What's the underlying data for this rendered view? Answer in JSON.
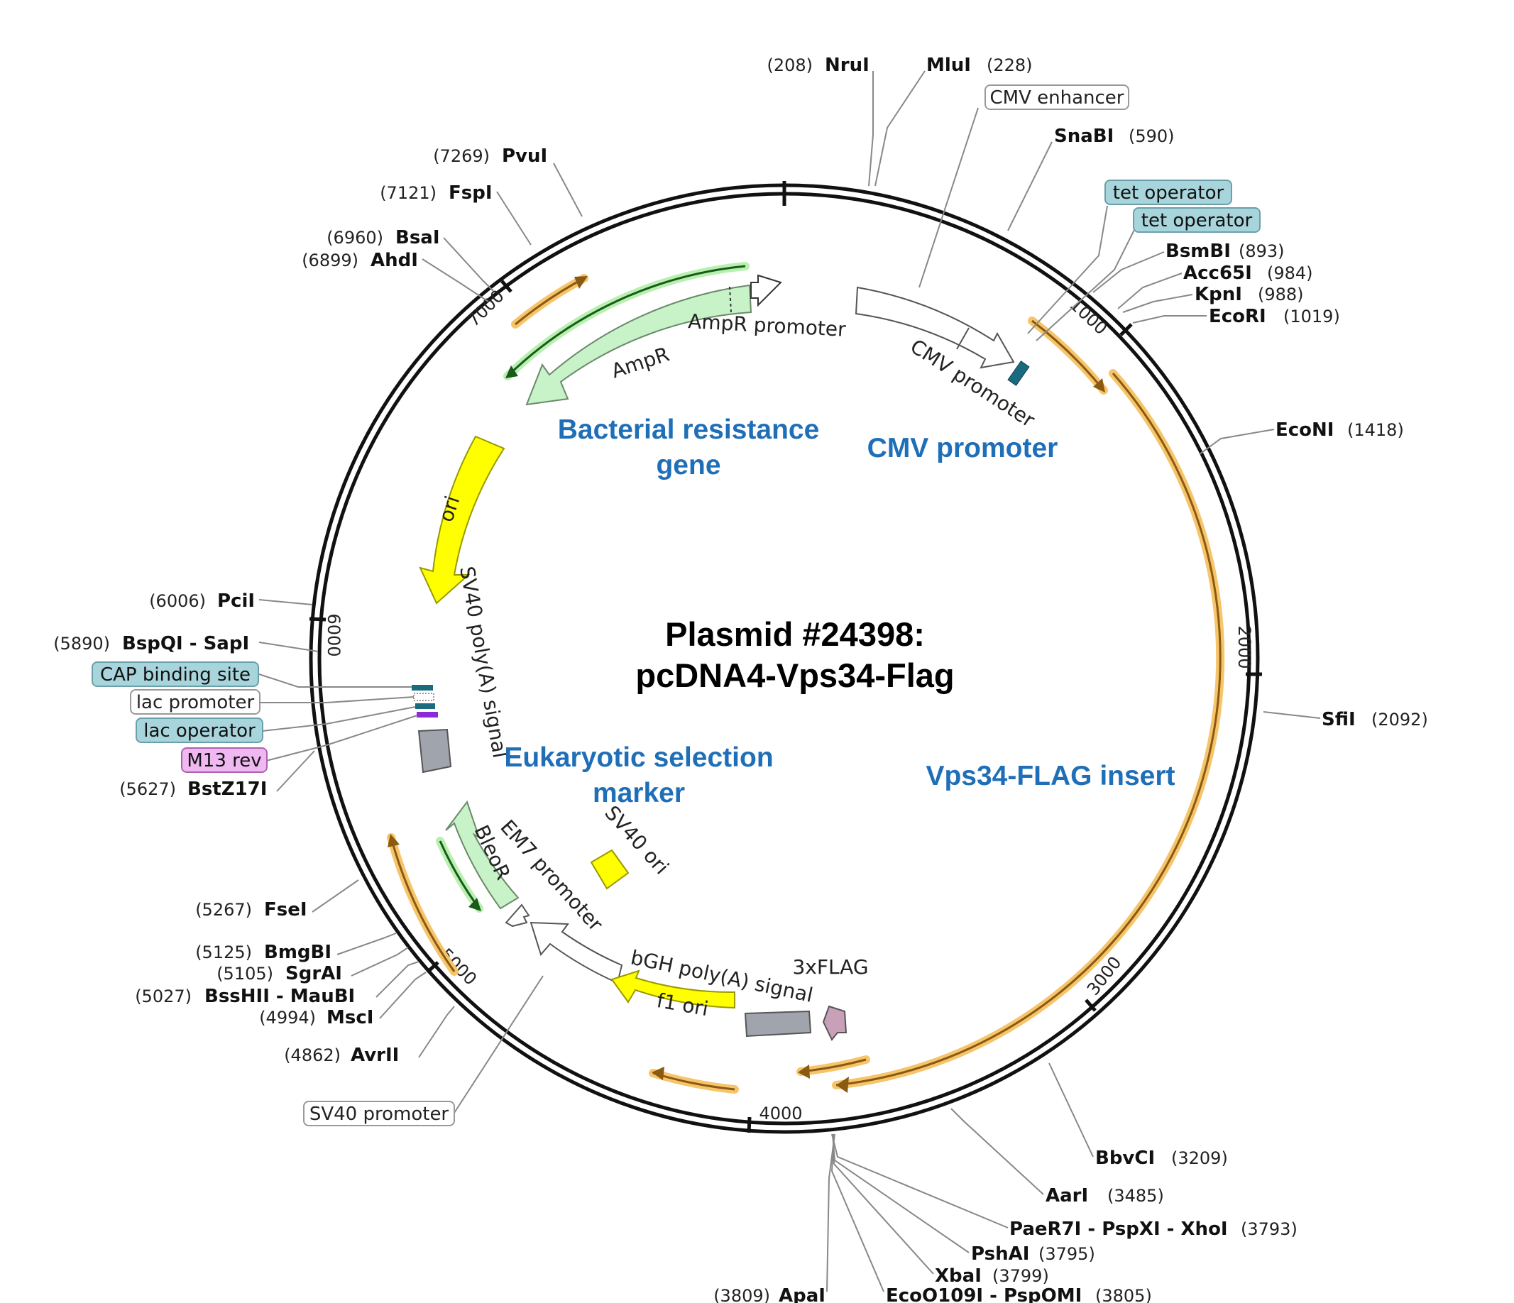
{
  "title": {
    "line1": "Plasmid #24398:",
    "line2": "pcDNA4-Vps34-Flag"
  },
  "regions": {
    "bacterial": "Bacterial resistance",
    "bacterial2": "gene",
    "cmv": "CMV promoter",
    "eukaryotic": "Eukaryotic selection",
    "eukaryotic2": "marker",
    "insert": "Vps34-FLAG insert"
  },
  "colors": {
    "region_text": "#1f6fb8",
    "ampr_fill": "#c8f2c8",
    "ori_fill": "#ffff00",
    "orf_orange": "#f6c46a",
    "tag_blue_bg": "#a8d4dc",
    "m13_pink_bg": "#f0b8f0",
    "polyA_gray": "#a0a4ac",
    "flag_pink": "#c8a0b8"
  },
  "ticks": [
    "1000",
    "2000",
    "3000",
    "4000",
    "5000",
    "6000",
    "7000"
  ],
  "sites": {
    "nrui": {
      "name": "NruI",
      "pos": "(208)"
    },
    "mlui": {
      "name": "MluI",
      "pos": "(228)"
    },
    "snabi": {
      "name": "SnaBI",
      "pos": "(590)"
    },
    "bsmbi": {
      "name": "BsmBI",
      "pos": "(893)"
    },
    "acc65i": {
      "name": "Acc65I",
      "pos": "(984)"
    },
    "kpni": {
      "name": "KpnI",
      "pos": "(988)"
    },
    "ecori": {
      "name": "EcoRI",
      "pos": "(1019)"
    },
    "econi": {
      "name": "EcoNI",
      "pos": "(1418)"
    },
    "sfii": {
      "name": "SfiI",
      "pos": "(2092)"
    },
    "bbvci": {
      "name": "BbvCI",
      "pos": "(3209)"
    },
    "aari": {
      "name": "AarI",
      "pos": "(3485)"
    },
    "xhoi": {
      "name": "PaeR7I - PspXI - XhoI",
      "pos": "(3793)"
    },
    "pshai": {
      "name": "PshAI",
      "pos": "(3795)"
    },
    "xbai": {
      "name": "XbaI",
      "pos": "(3799)"
    },
    "ecoo109i": {
      "name": "EcoO109I - PspOMI",
      "pos": "(3805)"
    },
    "apai": {
      "name": "ApaI",
      "pos": "(3809)"
    },
    "avrii": {
      "name": "AvrII",
      "pos": "(4862)"
    },
    "msci": {
      "name": "MscI",
      "pos": "(4994)"
    },
    "bsshii": {
      "name": "BssHII - MauBI",
      "pos": "(5027)"
    },
    "sgrai": {
      "name": "SgrAI",
      "pos": "(5105)"
    },
    "bmgbi": {
      "name": "BmgBI",
      "pos": "(5125)"
    },
    "fsei": {
      "name": "FseI",
      "pos": "(5267)"
    },
    "bstz17i": {
      "name": "BstZ17I",
      "pos": "(5627)"
    },
    "bspqi": {
      "name": "BspQI - SapI",
      "pos": "(5890)"
    },
    "pcii": {
      "name": "PciI",
      "pos": "(6006)"
    },
    "ahdi": {
      "name": "AhdI",
      "pos": "(6899)"
    },
    "bsai": {
      "name": "BsaI",
      "pos": "(6960)"
    },
    "fspi": {
      "name": "FspI",
      "pos": "(7121)"
    },
    "pvui": {
      "name": "PvuI",
      "pos": "(7269)"
    }
  },
  "features": {
    "cmv_enhancer": "CMV enhancer",
    "tet_operator_1": "tet operator",
    "tet_operator_2": "tet operator",
    "cap_binding_site": "CAP binding site",
    "lac_promoter": "lac promoter",
    "lac_operator": "lac operator",
    "m13_rev": "M13 rev",
    "sv40_promoter": "SV40 promoter",
    "ampr": "AmpR",
    "ampr_promoter": "AmpR promoter",
    "cmv_promoter": "CMV promoter",
    "ori": "ori",
    "sv40_polya": "SV40 poly(A) signal",
    "bleor": "BleoR",
    "em7_promoter": "EM7 promoter",
    "sv40_ori": "SV40 ori",
    "bgh_polya": "bGH poly(A) signal",
    "f1_ori": "f1 ori",
    "flag": "3xFLAG"
  }
}
